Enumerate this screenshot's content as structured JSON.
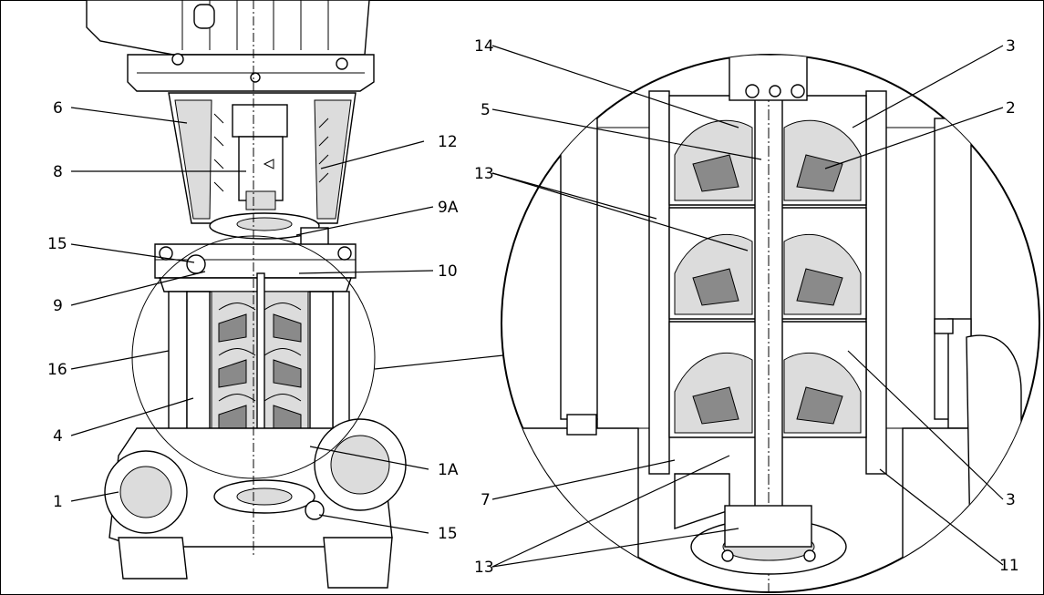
{
  "labels": {
    "l1": "1",
    "l1a": "1A",
    "l2": "2",
    "l3a": "3",
    "l3b": "3",
    "l4": "4",
    "l5": "5",
    "l6": "6",
    "l7": "7",
    "l8": "8",
    "l9": "9",
    "l9a": "9A",
    "l10": "10",
    "l11": "11",
    "l12": "12",
    "l13a": "13",
    "l13b": "13",
    "l14": "14",
    "l15a": "15",
    "l15b": "15",
    "l16": "16"
  },
  "colors": {
    "line": "#000000",
    "background": "#ffffff",
    "shade": "#dcdcdc"
  }
}
